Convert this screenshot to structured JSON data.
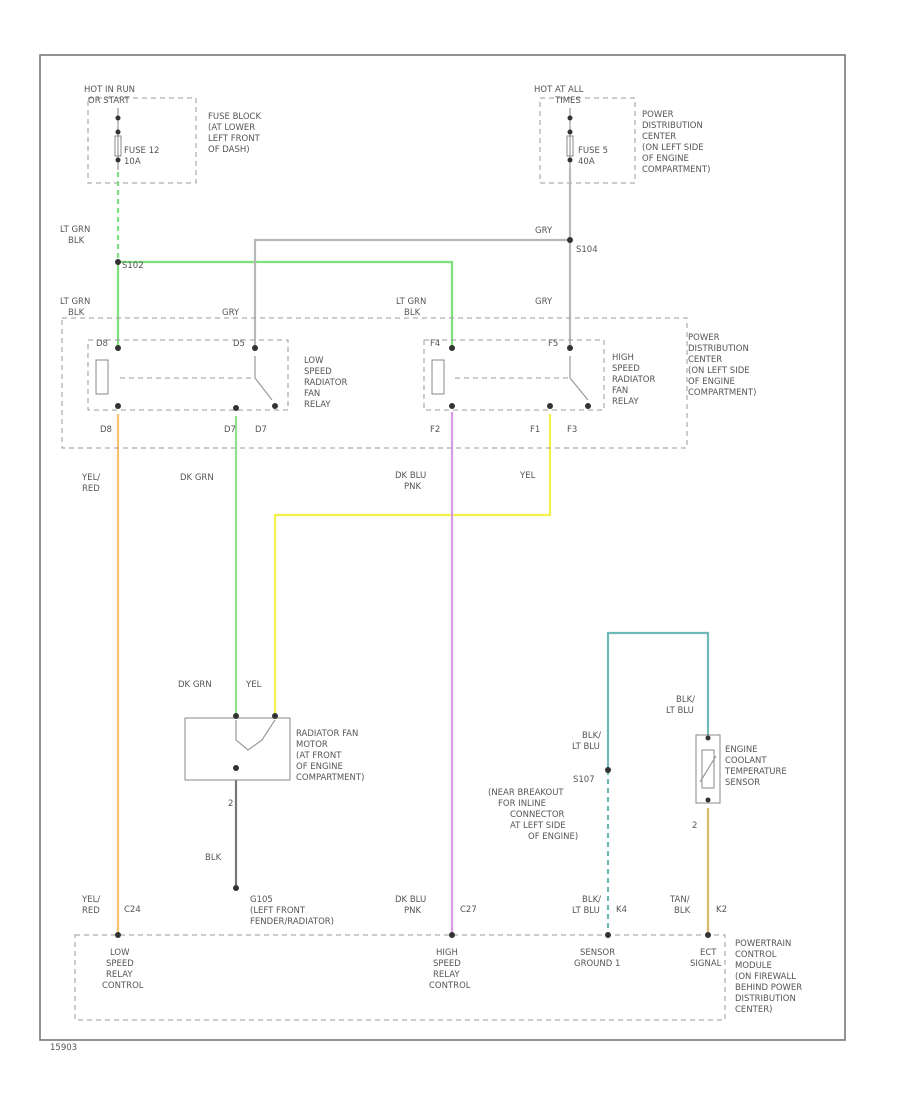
{
  "colors": {
    "lt_grn_blk": "#7de07d",
    "gry": "#b8b8b8",
    "yel_red": "#f5c26b",
    "dk_grn": "#8ee08e",
    "yel": "#f2f04a",
    "dk_blu_pnk": "#d79be6",
    "blk_lt_blu": "#6fb9b9",
    "tan_blk": "#d9b76a",
    "blk": "#777777"
  },
  "fuse_block": {
    "hot_line1": "HOT IN RUN",
    "hot_line2": "OR START",
    "fuse_line1": "FUSE 12",
    "fuse_line2": "10A",
    "label": [
      "FUSE BLOCK",
      "(AT LOWER",
      "LEFT FRONT",
      "OF DASH)"
    ]
  },
  "pdc_top": {
    "hot_line1": "HOT AT ALL",
    "hot_line2": "TIMES",
    "fuse_line1": "FUSE 5",
    "fuse_line2": "40A",
    "label": [
      "POWER",
      "DISTRIBUTION",
      "CENTER",
      "(ON LEFT SIDE",
      "OF ENGINE",
      "COMPARTMENT)"
    ]
  },
  "wires": {
    "lt_grn_line1": "LT GRN",
    "lt_grn_line2": "BLK",
    "gry": "GRY",
    "yel_red_line1": "YEL/",
    "yel_red_line2": "RED",
    "dk_grn": "DK GRN",
    "dk_blu_line1": "DK BLU",
    "dk_blu_line2": "PNK",
    "yel": "YEL",
    "blk": "BLK",
    "blk_lt_blu_line1": "BLK/",
    "blk_lt_blu_line2": "LT BLU",
    "tan_line1": "TAN/",
    "tan_line2": "BLK"
  },
  "splices": {
    "s102": "S102",
    "s104": "S104",
    "s107": "S107"
  },
  "relays": {
    "low_label": [
      "LOW",
      "SPEED",
      "RADIATOR",
      "FAN",
      "RELAY"
    ],
    "high_label": [
      "HIGH",
      "SPEED",
      "RADIATOR",
      "FAN",
      "RELAY"
    ],
    "pins_low": [
      "D8",
      "D5",
      "D8",
      "D7",
      "D7"
    ],
    "pins_high": [
      "F4",
      "F5",
      "F2",
      "F1",
      "F3"
    ],
    "pdc_label": [
      "POWER",
      "DISTRIBUTION",
      "CENTER",
      "(ON LEFT SIDE",
      "OF ENGINE",
      "COMPARTMENT)"
    ]
  },
  "motor": {
    "label": [
      "RADIATOR FAN",
      "MOTOR",
      "(AT FRONT",
      "OF ENGINE",
      "COMPARTMENT)"
    ],
    "pin": "2"
  },
  "ground": {
    "label": [
      "G105",
      "(LEFT FRONT",
      "FENDER/RADIATOR)"
    ]
  },
  "s107_label": [
    "(NEAR BREAKOUT",
    "FOR INLINE",
    "CONNECTOR",
    "AT LEFT SIDE",
    "OF ENGINE)"
  ],
  "sensor": {
    "label": [
      "ENGINE",
      "COOLANT",
      "TEMPERATURE",
      "SENSOR"
    ],
    "pin": "2"
  },
  "pcm": {
    "pins": [
      "C24",
      "C27",
      "K4",
      "K2"
    ],
    "low_relay": [
      "LOW",
      "SPEED",
      "RELAY",
      "CONTROL"
    ],
    "high_relay": [
      "HIGH",
      "SPEED",
      "RELAY",
      "CONTROL"
    ],
    "sensor_ground": [
      "SENSOR",
      "GROUND 1"
    ],
    "ect_signal": [
      "ECT",
      "SIGNAL"
    ],
    "label": [
      "POWERTRAIN",
      "CONTROL",
      "MODULE",
      "(ON FIREWALL",
      "BEHIND POWER",
      "DISTRIBUTION",
      "CENTER)"
    ]
  },
  "diagram_id": "15903"
}
